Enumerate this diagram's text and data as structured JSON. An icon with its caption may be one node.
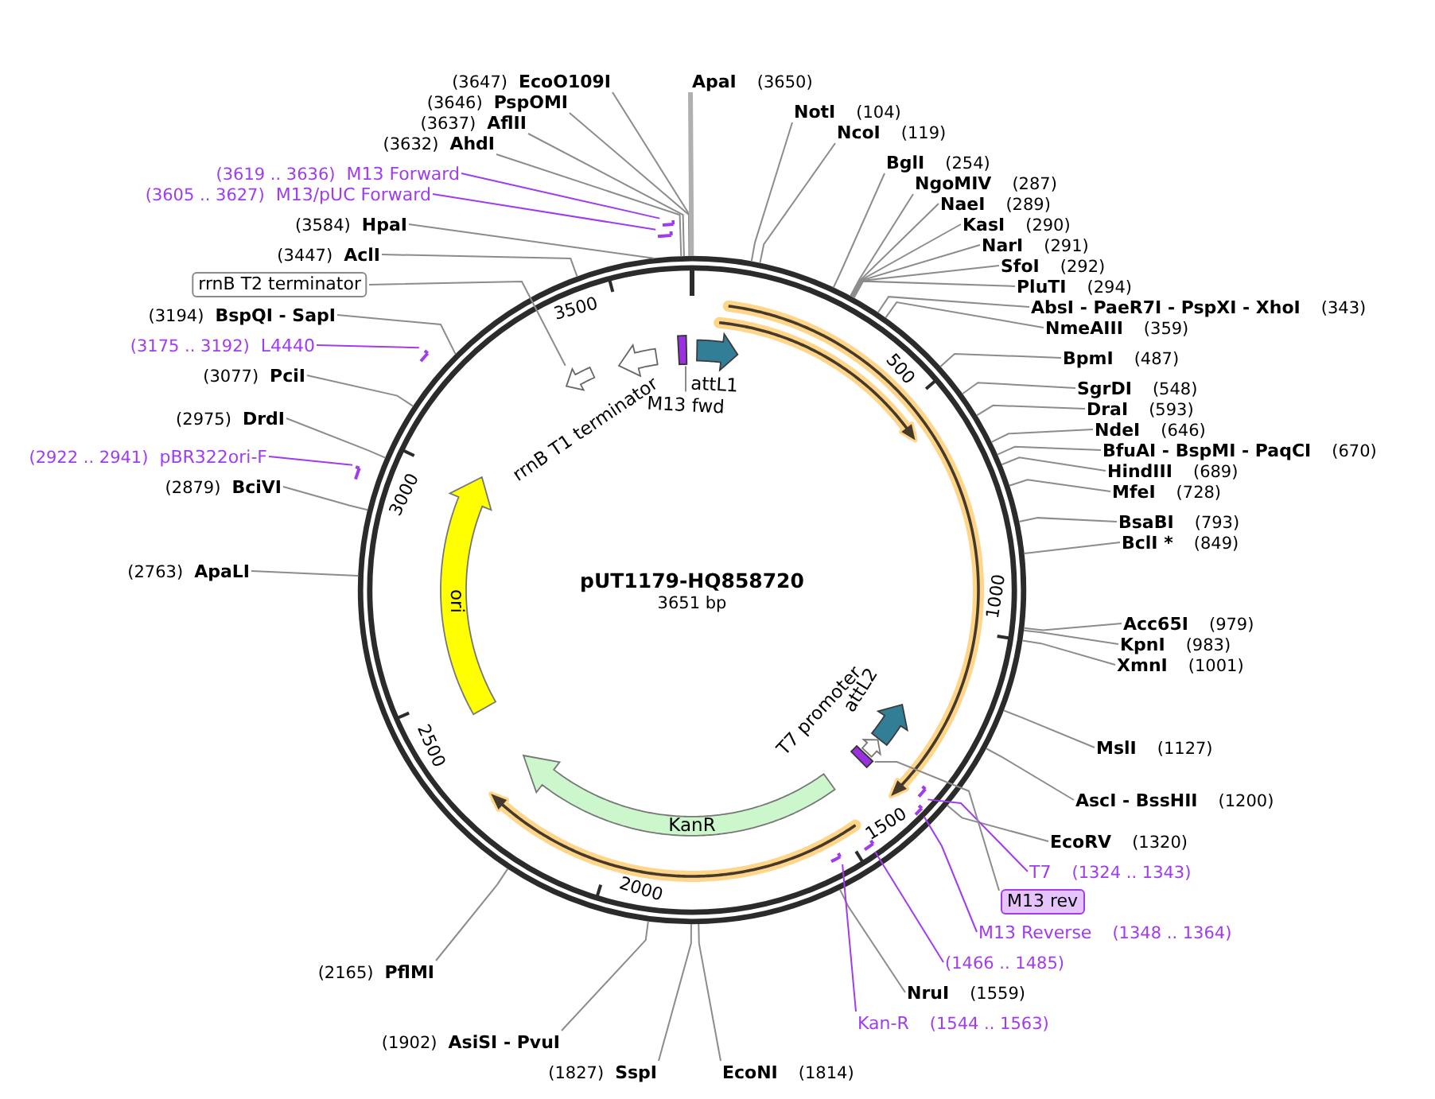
{
  "diagram": {
    "title": "pUT1179-HQ858720",
    "nodes": [
      {
        "text": [
          "EcoO109I"
        ],
        "beside": [
          "(3647)"
        ]
      },
      {
        "text": [
          "PspOMI"
        ],
        "beside": [
          "(3646)"
        ]
      },
      {
        "text": [
          "AflII"
        ],
        "beside": [
          "(3637)"
        ]
      },
      {
        "text": [
          "AhdI"
        ],
        "beside": [
          "(3632)"
        ]
      },
      {
        "text": [
          "M13 Forward"
        ],
        "beside": [
          "(3619 .. 3636)"
        ]
      },
      {
        "text": [
          "M13/pUC Forward"
        ],
        "beside": [
          "(3605 .. 3627)"
        ]
      },
      {
        "text": [
          "HpaI"
        ],
        "beside": [
          "(3584)"
        ]
      },
      {
        "text": [
          "AclI"
        ],
        "beside": [
          "(3447)"
        ]
      },
      {
        "text": [
          "rrnB T2 terminator"
        ]
      },
      {
        "text": [
          "BspQI - SapI"
        ],
        "beside": [
          "(3194)"
        ]
      },
      {
        "text": [
          "L4440"
        ],
        "beside": [
          "(3175 .. 3192)"
        ]
      },
      {
        "text": [
          "PciI"
        ],
        "beside": [
          "(3077)"
        ]
      },
      {
        "text": [
          "DrdI"
        ],
        "beside": [
          "(2975)"
        ]
      },
      {
        "text": [
          "pBR322ori-F"
        ],
        "beside": [
          "(2922 .. 2941)"
        ]
      },
      {
        "text": [
          "BciVI"
        ],
        "beside": [
          "(2879)"
        ]
      },
      {
        "text": [
          "ApaLI"
        ],
        "beside": [
          "(2763)"
        ]
      },
      {
        "text": [
          "PflMI"
        ],
        "beside": [
          "(2165)"
        ]
      },
      {
        "text": [
          "AsiSI - PvuI"
        ],
        "beside": [
          "(1902)"
        ]
      },
      {
        "text": [
          "SspI"
        ],
        "beside": [
          "(1827)"
        ]
      },
      {
        "text": [
          "ApaI"
        ],
        "beside": [
          "(3650)"
        ]
      },
      {
        "text": [
          "NotI"
        ],
        "beside": [
          "(104)"
        ]
      },
      {
        "text": [
          "NcoI"
        ],
        "beside": [
          "(119)"
        ]
      },
      {
        "text": [
          "BglI"
        ],
        "beside": [
          "(254)"
        ]
      },
      {
        "text": [
          "NgoMIV"
        ],
        "beside": [
          "(287)"
        ]
      },
      {
        "text": [
          "NaeI"
        ],
        "beside": [
          "(289)"
        ]
      },
      {
        "text": [
          "KasI"
        ],
        "beside": [
          "(290)"
        ]
      },
      {
        "text": [
          "NarI"
        ],
        "beside": [
          "(291)"
        ]
      },
      {
        "text": [
          "SfoI"
        ],
        "beside": [
          "(292)"
        ]
      },
      {
        "text": [
          "PluTI"
        ],
        "beside": [
          "(294)"
        ]
      },
      {
        "text": [
          "AbsI - PaeR7I - PspXI - XhoI"
        ],
        "beside": [
          "(343)"
        ]
      },
      {
        "text": [
          "NmeAIII"
        ],
        "beside": [
          "(359)"
        ]
      },
      {
        "text": [
          "BpmI"
        ],
        "beside": [
          "(487)"
        ]
      },
      {
        "text": [
          "SgrDI"
        ],
        "beside": [
          "(548)"
        ]
      },
      {
        "text": [
          "DraI"
        ],
        "beside": [
          "(593)"
        ]
      },
      {
        "text": [
          "NdeI"
        ],
        "beside": [
          "(646)"
        ]
      },
      {
        "text": [
          "BfuAI - BspMI - PaqCI"
        ],
        "beside": [
          "(670)"
        ]
      },
      {
        "text": [
          "HindIII"
        ],
        "beside": [
          "(689)"
        ]
      },
      {
        "text": [
          "MfeI"
        ],
        "beside": [
          "(728)"
        ]
      },
      {
        "text": [
          "BsaBI"
        ],
        "beside": [
          "(793)"
        ]
      },
      {
        "text": [
          "BclI *"
        ],
        "beside": [
          "(849)"
        ]
      },
      {
        "text": [
          "Acc65I"
        ],
        "beside": [
          "(979)"
        ]
      },
      {
        "text": [
          "KpnI"
        ],
        "beside": [
          "(983)"
        ]
      },
      {
        "text": [
          "XmnI"
        ],
        "beside": [
          "(1001)"
        ]
      },
      {
        "text": [
          "MslI"
        ],
        "beside": [
          "(1127)"
        ]
      },
      {
        "text": [
          "AscI - BssHII"
        ],
        "beside": [
          "(1200)"
        ]
      },
      {
        "text": [
          "EcoRV"
        ],
        "beside": [
          "(1320)"
        ]
      },
      {
        "text": [
          "T7"
        ],
        "beside": [
          "(1324 .. 1343)"
        ]
      },
      {
        "text": [
          "M13 rev"
        ]
      },
      {
        "text": [
          "M13 Reverse"
        ],
        "beside": [
          "(1348 .. 1364)"
        ]
      },
      {
        "text": [
          "(1466 .. 1485)"
        ]
      },
      {
        "text": [
          "NruI"
        ],
        "beside": [
          "(1559)"
        ]
      },
      {
        "text": [
          "Kan-R"
        ],
        "beside": [
          "(1544 .. 1563)"
        ]
      },
      {
        "text": [
          "EcoNI"
        ],
        "beside": [
          "(1814)"
        ]
      },
      {
        "text": [
          "rrnB T1 terminator"
        ]
      },
      {
        "text": [],
        "shape": "arrow"
      },
      {
        "text": [],
        "shape": "bar"
      },
      {
        "text": [
          "attL1"
        ]
      },
      {
        "text": [
          "M13 fwd"
        ]
      },
      {
        "text": [
          "ori"
        ]
      },
      {
        "text": [
          "T7 promoter"
        ]
      },
      {
        "text": [
          "attL2"
        ]
      },
      {
        "text": [],
        "shape": "bar"
      },
      {
        "text": [
          "KanR"
        ]
      },
      {
        "text": [],
        "shape": "bar"
      },
      {
        "text": [],
        "shape": "bar"
      },
      {
        "text": [],
        "shape": "bar"
      },
      {
        "text": [],
        "shape": "bar"
      },
      {
        "text": [],
        "shape": "bar"
      },
      {
        "text": [],
        "shape": "bar"
      },
      {
        "text": [],
        "shape": "bar"
      },
      {
        "text": [],
        "shape": "bar"
      }
    ],
    "edges": [
      {
        "from": 0,
        "to": null,
        "arrow": "none"
      },
      {
        "from": 1,
        "to": null,
        "arrow": "none"
      },
      {
        "from": 2,
        "to": null,
        "arrow": "none"
      },
      {
        "from": 3,
        "to": null,
        "arrow": "none"
      },
      {
        "from": 4,
        "to": 63,
        "arrow": "none",
        "color": "#a03cf0"
      },
      {
        "from": 5,
        "to": 64,
        "arrow": "none",
        "color": "#a03cf0"
      },
      {
        "from": 6,
        "to": null,
        "arrow": "none"
      },
      {
        "from": 7,
        "to": null,
        "arrow": "none"
      },
      {
        "from": 8,
        "to": 54,
        "arrow": "none"
      },
      {
        "from": 9,
        "to": null,
        "arrow": "none"
      },
      {
        "from": 10,
        "to": 65,
        "arrow": "none",
        "color": "#a03cf0"
      },
      {
        "from": 11,
        "to": null,
        "arrow": "none"
      },
      {
        "from": 12,
        "to": null,
        "arrow": "none"
      },
      {
        "from": 13,
        "to": 66,
        "arrow": "none",
        "color": "#a03cf0"
      },
      {
        "from": 14,
        "to": null,
        "arrow": "none"
      },
      {
        "from": 15,
        "to": null,
        "arrow": "none"
      },
      {
        "from": 16,
        "to": null,
        "arrow": "none"
      },
      {
        "from": 17,
        "to": null,
        "arrow": "none"
      },
      {
        "from": 18,
        "to": null,
        "arrow": "none"
      },
      {
        "from": 19,
        "to": null,
        "arrow": "none",
        "style": "thick",
        "color": "#b0b0b0"
      },
      {
        "from": 20,
        "to": null,
        "arrow": "none"
      },
      {
        "from": 21,
        "to": null,
        "arrow": "none"
      },
      {
        "from": 22,
        "to": null,
        "arrow": "none"
      },
      {
        "from": 23,
        "to": null,
        "arrow": "none"
      },
      {
        "from": 24,
        "to": null,
        "arrow": "none"
      },
      {
        "from": 25,
        "to": null,
        "arrow": "none"
      },
      {
        "from": 26,
        "to": null,
        "arrow": "none"
      },
      {
        "from": 27,
        "to": null,
        "arrow": "none"
      },
      {
        "from": 28,
        "to": null,
        "arrow": "none"
      },
      {
        "from": 29,
        "to": null,
        "arrow": "none"
      },
      {
        "from": 30,
        "to": null,
        "arrow": "none"
      },
      {
        "from": 31,
        "to": null,
        "arrow": "none"
      },
      {
        "from": 32,
        "to": null,
        "arrow": "none"
      },
      {
        "from": 33,
        "to": null,
        "arrow": "none"
      },
      {
        "from": 34,
        "to": null,
        "arrow": "none"
      },
      {
        "from": 35,
        "to": null,
        "arrow": "none"
      },
      {
        "from": 36,
        "to": null,
        "arrow": "none"
      },
      {
        "from": 37,
        "to": null,
        "arrow": "none"
      },
      {
        "from": 38,
        "to": null,
        "arrow": "none"
      },
      {
        "from": 39,
        "to": null,
        "arrow": "none"
      },
      {
        "from": 40,
        "to": null,
        "arrow": "none"
      },
      {
        "from": 41,
        "to": null,
        "arrow": "none"
      },
      {
        "from": 42,
        "to": null,
        "arrow": "none"
      },
      {
        "from": 43,
        "to": null,
        "arrow": "none"
      },
      {
        "from": 44,
        "to": null,
        "arrow": "none"
      },
      {
        "from": 45,
        "to": null,
        "arrow": "none"
      },
      {
        "from": 46,
        "to": 67,
        "arrow": "none",
        "color": "#a03cf0"
      },
      {
        "from": 47,
        "to": 61,
        "arrow": "none"
      },
      {
        "from": 48,
        "to": 68,
        "arrow": "none",
        "color": "#a03cf0"
      },
      {
        "from": 49,
        "to": 69,
        "arrow": "none",
        "color": "#a03cf0"
      },
      {
        "from": 50,
        "to": null,
        "arrow": "none"
      },
      {
        "from": 51,
        "to": 70,
        "arrow": "none",
        "color": "#a03cf0"
      },
      {
        "from": 52,
        "to": null,
        "arrow": "none"
      },
      {
        "from": 57,
        "to": 55,
        "arrow": "none"
      }
    ],
    "labels": [
      "3500",
      "500",
      "3000",
      "3651 bp",
      "1000",
      "2500",
      "1500",
      "2000"
    ]
  }
}
